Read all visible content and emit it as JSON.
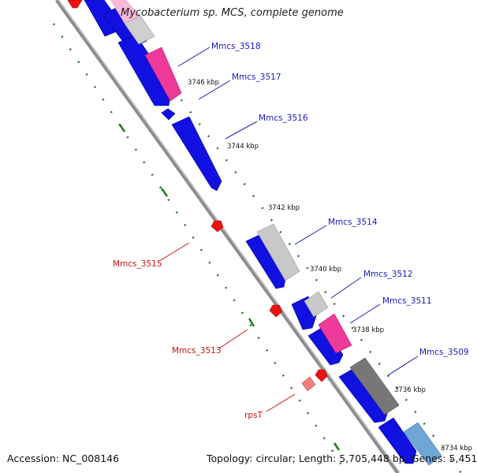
{
  "title": "Mycobacterium sp. MCS, complete genome",
  "footer": {
    "accession": "Accession: NC_008146",
    "summary": "Topology: circular; Length: 5,705,448 bp; Genes: 5,451"
  },
  "colors": {
    "forward_cds": "#1010e0",
    "reverse_cds": "#ee1111",
    "forward_label": "#1a1ab8",
    "reverse_label": "#cc1111",
    "backbone": "#8c8c8c",
    "gc_skew_dots": "#1c7a1c",
    "highlight_pink": "#ee3a9a",
    "light_gray": "#c8c8c8",
    "dark_gray": "#777777",
    "light_blue": "#6fa6d8"
  },
  "scale_labels": [
    "3746 kbp",
    "3744 kbp",
    "3742 kbp",
    "3740 kbp",
    "3738 kbp",
    "3736 kbp",
    "3734 kbp"
  ],
  "forward_genes": [
    "Mmcs_3518",
    "Mmcs_3517",
    "Mmcs_3516",
    "Mmcs_3514",
    "Mmcs_3512",
    "Mmcs_3511",
    "Mmcs_3509"
  ],
  "reverse_genes": [
    "Mmcs_3515",
    "Mmcs_3513",
    "rpsT"
  ]
}
